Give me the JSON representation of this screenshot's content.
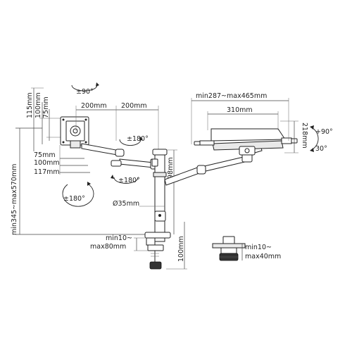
{
  "labels": {
    "tilt_rotate_top": "±90°",
    "swivel_upper": "±180°",
    "swivel_lower": "±180°",
    "swivel_left": "±180°",
    "vesa_h_115": "115mm",
    "vesa_h_100": "100mm",
    "vesa_h_75": "75mm",
    "arm_seg_a": "200mm",
    "arm_seg_b": "200mm",
    "vesa_w_75": "75mm",
    "vesa_w_100": "100mm",
    "vesa_w_117": "117mm",
    "pole_height": "398mm",
    "pole_diameter": "Ø35mm",
    "total_height": "min345~max570mm",
    "clamp_range_line1": "min10~",
    "clamp_range_line2": "max80mm",
    "clamp_base_height": "100mm",
    "grommet_line1": "min10~",
    "grommet_line2": "max40mm",
    "tray_width_range": "min287~max465mm",
    "tray_width": "310mm",
    "tray_depth": "218mm",
    "tray_tilt_up": "+90°",
    "tray_tilt_down": "30°"
  }
}
